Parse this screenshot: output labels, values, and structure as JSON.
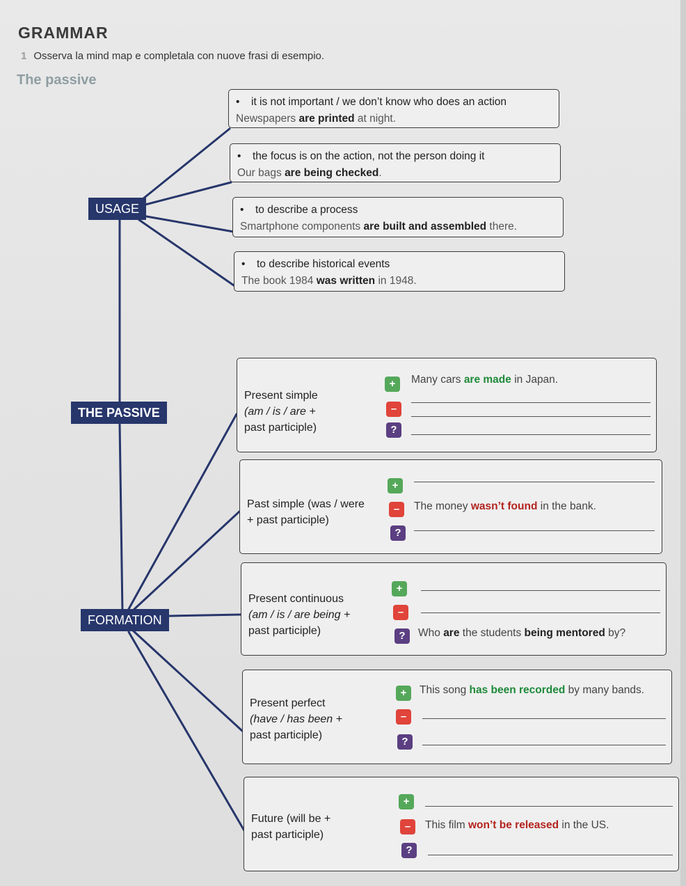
{
  "header": {
    "title": "GRAMMAR",
    "instruction_number": "1",
    "instruction": "Osserva la mind map e completala con nuove frasi di esempio.",
    "subtitle": "The passive"
  },
  "nodes": {
    "root": "THE PASSIVE",
    "usage": "USAGE",
    "formation": "FORMATION"
  },
  "usage": [
    {
      "rule": "it is not important / we don’t know who does an action",
      "ex_pre": "Newspapers ",
      "ex_bold": "are printed",
      "ex_post": " at night."
    },
    {
      "rule": "the focus is on the action, not the person doing it",
      "ex_pre": "Our bags ",
      "ex_bold": "are being checked",
      "ex_post": "."
    },
    {
      "rule": "to describe a process",
      "ex_pre": "Smartphone components ",
      "ex_bold": "are built and assembled",
      "ex_post": " there."
    },
    {
      "rule": "to describe historical events",
      "ex_pre": "The book 1984 ",
      "ex_bold": "was written",
      "ex_post": " in 1948."
    }
  ],
  "symbols": {
    "plus": "+",
    "minus": "–",
    "question": "?"
  },
  "formation": [
    {
      "tense": [
        "Present simple",
        "(am / is / are +",
        "past participle)"
      ],
      "plus": {
        "pre": "Many cars ",
        "hl": "are made",
        "post": " in Japan.",
        "color": "g"
      },
      "minus": {
        "pre": "",
        "hl": "",
        "post": "",
        "color": ""
      },
      "question": {
        "pre": "",
        "hl": "",
        "post": "",
        "color": ""
      }
    },
    {
      "tense": [
        "Past simple (was / were",
        "+ past participle)"
      ],
      "plus": {
        "pre": "",
        "hl": "",
        "post": "",
        "color": ""
      },
      "minus": {
        "pre": "The money ",
        "hl": "wasn’t found",
        "post": " in the bank.",
        "color": "r"
      },
      "question": {
        "pre": "",
        "hl": "",
        "post": "",
        "color": ""
      }
    },
    {
      "tense": [
        "Present continuous",
        "(am / is / are being +",
        "past participle)"
      ],
      "plus": {
        "pre": "",
        "hl": "",
        "post": "",
        "color": ""
      },
      "minus": {
        "pre": "",
        "hl": "",
        "post": "",
        "color": ""
      },
      "question": {
        "pre": "Who ",
        "hl": "are",
        "mid": " the students ",
        "hl2": "being mentored",
        "post": " by?",
        "color": "k"
      }
    },
    {
      "tense": [
        "Present perfect",
        "(have / has been +",
        "past participle)"
      ],
      "plus": {
        "pre": "This song ",
        "hl": "has been recorded",
        "post": " by many bands.",
        "color": "g"
      },
      "minus": {
        "pre": "",
        "hl": "",
        "post": "",
        "color": ""
      },
      "question": {
        "pre": "",
        "hl": "",
        "post": "",
        "color": ""
      }
    },
    {
      "tense": [
        "Future (will be +",
        "past participle)"
      ],
      "plus": {
        "pre": "",
        "hl": "",
        "post": "",
        "color": ""
      },
      "minus": {
        "pre": "This film ",
        "hl": "won’t be released",
        "post": " in the US.",
        "color": "r"
      },
      "question": {
        "pre": "",
        "hl": "",
        "post": "",
        "color": ""
      }
    }
  ]
}
